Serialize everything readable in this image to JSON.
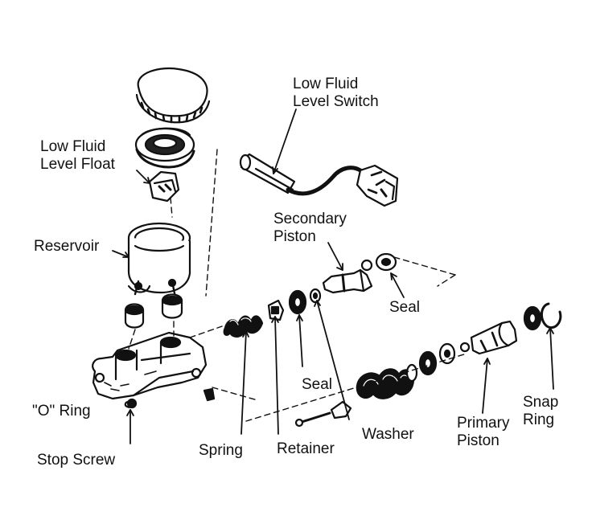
{
  "diagram": {
    "labels": {
      "low_fluid_level_switch": "Low Fluid\nLevel Switch",
      "low_fluid_level_float": "Low Fluid\nLevel Float",
      "secondary_piston": "Secondary\nPiston",
      "reservoir": "Reservoir",
      "seal_right": "Seal",
      "seal_center": "Seal",
      "o_ring": "\"O\" Ring",
      "stop_screw": "Stop Screw",
      "spring": "Spring",
      "retainer": "Retainer",
      "washer": "Washer",
      "primary_piston": "Primary\nPiston",
      "snap_ring": "Snap\nRing"
    }
  }
}
